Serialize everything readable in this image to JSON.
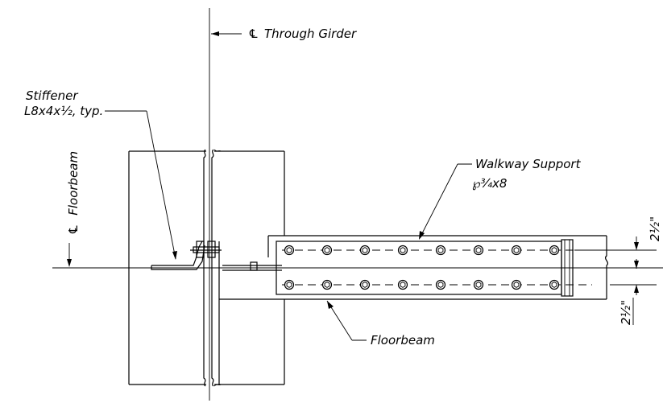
{
  "labels": {
    "girder_centerline_symbol": "℄",
    "girder_centerline_text": "Through Girder",
    "stiffener_title": "Stiffener",
    "stiffener_spec": "L8x4x½, typ.",
    "floorbeam_centerline_symbol": "℄",
    "floorbeam_centerline_text": "Floorbeam",
    "walkway_support_title": "Walkway Support",
    "walkway_support_spec": "℘¾x8",
    "floorbeam_label": "Floorbeam",
    "dimension_top": "2½\"",
    "dimension_bottom": "2½\""
  },
  "bolts": {
    "rows": 2,
    "per_row": 8
  }
}
